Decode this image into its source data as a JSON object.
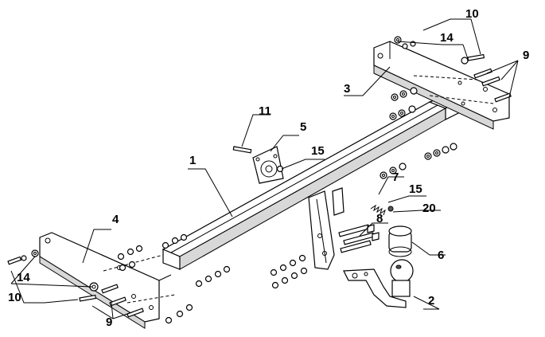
{
  "labels": {
    "p1": "1",
    "p2": "2",
    "p3": "3",
    "p4": "4",
    "p5": "5",
    "p6": "6",
    "p7": "7",
    "p8": "8",
    "p9_top": "9",
    "p9_bottom": "9",
    "p10_top": "10",
    "p10_bottom": "10",
    "p11": "11",
    "p14_top": "14",
    "p14_bottom": "14",
    "p15_upper": "15",
    "p15_lower": "15",
    "p20": "20"
  }
}
